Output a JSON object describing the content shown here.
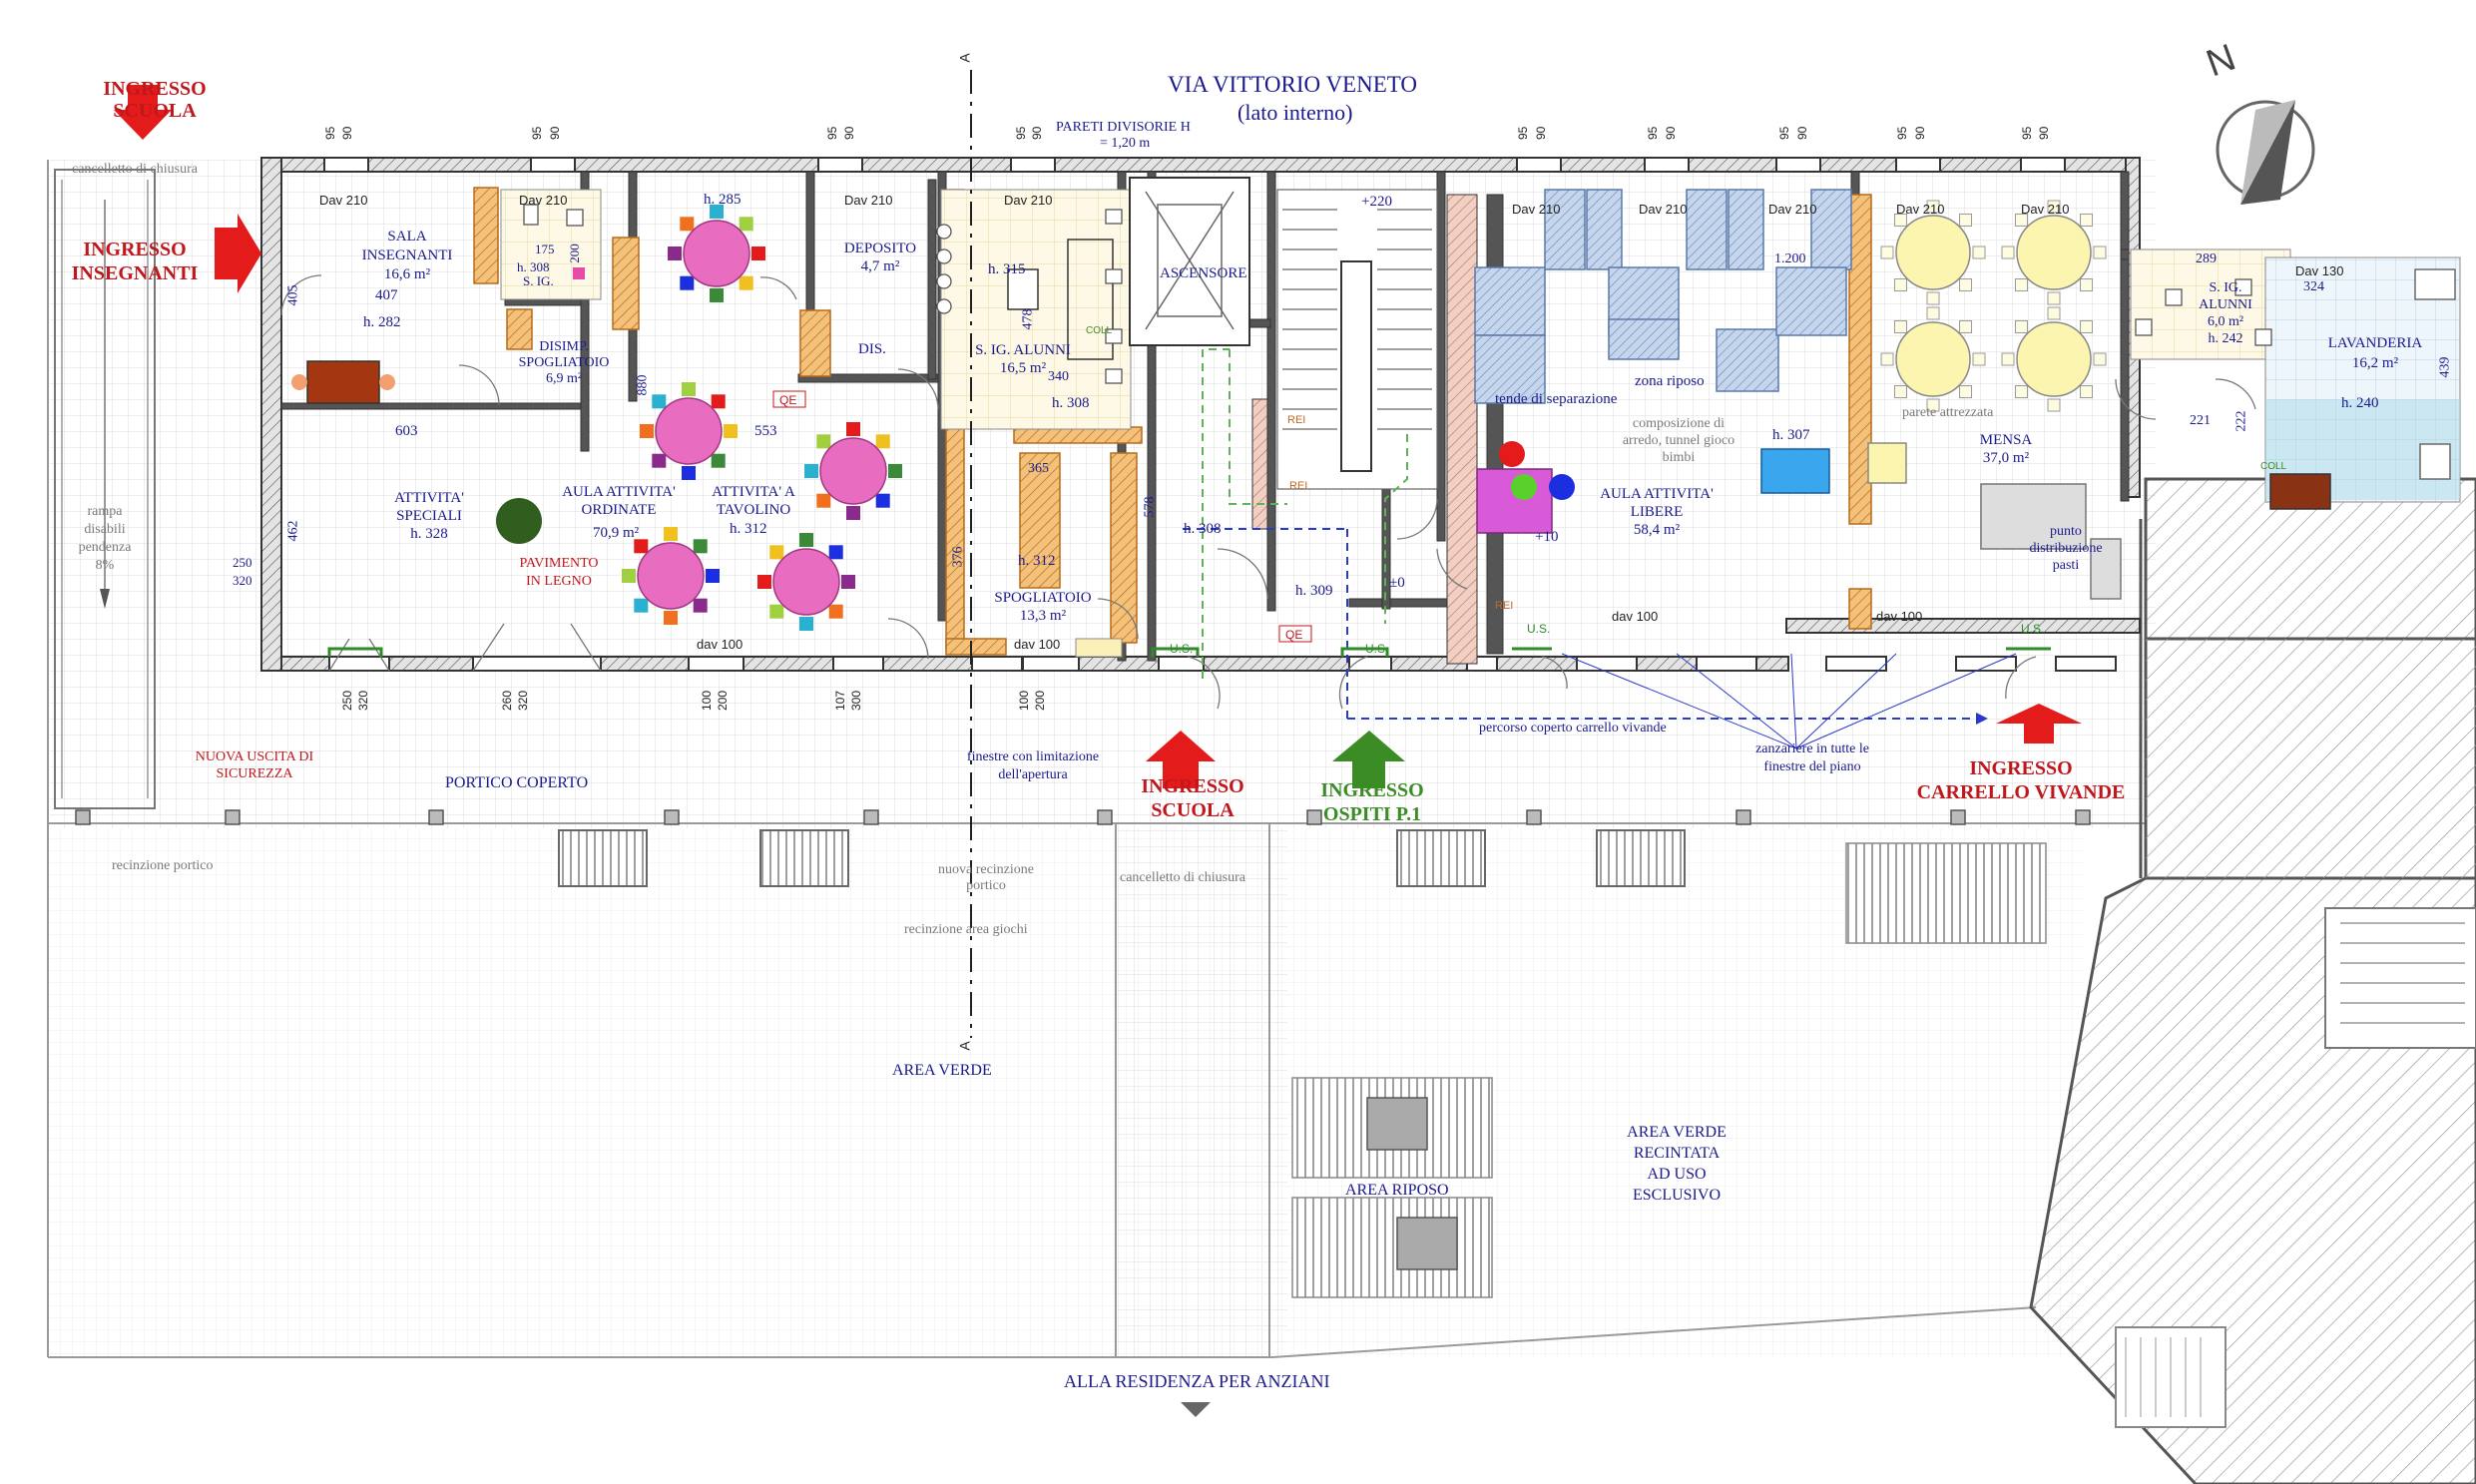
{
  "colors": {
    "wall_fill": "#cfcfcf",
    "wall_stroke": "#333333",
    "grid_line": "#dcdcdc",
    "room_label": "#1a1a8c",
    "red_label": "#c0171d",
    "green_label": "#3b8c25",
    "gray_label": "#7a7a7a",
    "pink_table": "#e86cc0",
    "yellow_table": "#fbf5b0",
    "blue_bed": "#8aaad6",
    "teal_floor": "#a8d8e8"
  },
  "top": {
    "street": "VIA VITTORIO VENETO",
    "street_sub": "(lato interno)",
    "partition_note_1": "PARETI DIVISORIE H",
    "partition_note_2": "= 1,20 m",
    "section_mark": "A",
    "north": "N"
  },
  "entrances": {
    "school_top_1": "INGRESSO",
    "school_top_2": "SCUOLA",
    "gate_top": "cancelletto di chiusura",
    "teachers_1": "INGRESSO",
    "teachers_2": "INSEGNANTI",
    "school_bottom_1": "INGRESSO",
    "school_bottom_2": "SCUOLA",
    "guests_1": "INGRESSO",
    "guests_2": "OSPITI P.1",
    "cart_1": "INGRESSO",
    "cart_2": "CARRELLO VIVANDE",
    "gate_bottom": "cancelletto di chiusura"
  },
  "rooms": {
    "sala_1": "SALA",
    "sala_2": "INSEGNANTI",
    "sala_area": "16,6 m²",
    "sala_407": "407",
    "sala_h": "h. 282",
    "sig_small_1": "S. IG.",
    "sig_small_h": "h. 308",
    "disimp_1": "DISIMP.",
    "disimp_2": "SPOGLIATOIO",
    "disimp_area": "6,9 m²",
    "deposito": "DEPOSITO",
    "deposito_area": "4,7 m²",
    "dis": "DIS.",
    "sig_alunni_1": "S. IG. ALUNNI",
    "sig_alunni_area": "16,5 m²",
    "sig_alunni_340": "340",
    "sig_alunni_h": "h. 308",
    "h315": "h. 315",
    "h285": "h. 285",
    "ascensore": "ASCENSORE",
    "speciali_1": "ATTIVITA'",
    "speciali_2": "SPECIALI",
    "speciali_h": "h. 328",
    "ordinate_1": "AULA ATTIVITA'",
    "ordinate_2": "ORDINATE",
    "ordinate_area": "70,9 m²",
    "pavimento_1": "PAVIMENTO",
    "pavimento_2": "IN LEGNO",
    "tavolino_1": "ATTIVITA' A",
    "tavolino_2": "TAVOLINO",
    "tavolino_h": "h. 312",
    "spogliatoio": "SPOGLIATOIO",
    "spogliatoio_area": "13,3 m²",
    "spogliatoio_h": "h. 312",
    "h308": "h. 308",
    "h309": "h. 309",
    "plus220": "+220",
    "plus10": "+10",
    "pm0": "±0",
    "zona_riposo": "zona riposo",
    "tende": "tende di separazione",
    "composizione_1": "composizione di",
    "composizione_2": "arredo, tunnel gioco",
    "composizione_3": "bimbi",
    "h307": "h. 307",
    "libere_1": "AULA ATTIVITA'",
    "libere_2": "LIBERE",
    "libere_area": "58,4 m²",
    "parete_attrezzata": "parete attrezzata",
    "mensa": "MENSA",
    "mensa_area": "37,0 m²",
    "punto_1": "punto",
    "punto_2": "distribuzione",
    "punto_3": "pasti",
    "sig_right_1": "S. IG.",
    "sig_right_2": "ALUNNI",
    "sig_right_area": "6,0 m²",
    "sig_right_h": "h. 242",
    "lavanderia": "LAVANDERIA",
    "lavanderia_area": "16,2 m²",
    "lavanderia_h": "h. 240",
    "v289": "289",
    "v324": "324",
    "v439": "439",
    "v221": "221",
    "v222": "222",
    "v1200": "1.200",
    "v603": "603",
    "v553": "553",
    "v880": "880",
    "v462": "462",
    "v405": "405",
    "v478": "478",
    "v365": "365",
    "v578": "578",
    "v376": "376",
    "v175": "175",
    "v200": "200",
    "v250": "250",
    "v320": "320",
    "v90": "90"
  },
  "outside": {
    "rampa_1": "rampa",
    "rampa_2": "disabili",
    "rampa_3": "pendenza",
    "rampa_4": "8%",
    "nuova_uscita_1": "NUOVA USCITA DI",
    "nuova_uscita_2": "SICUREZZA",
    "portico": "PORTICO COPERTO",
    "finestre_1": "finestre con limitazione",
    "finestre_2": "dell'apertura",
    "percorso": "percorso coperto carrello vivande",
    "zanzariere_1": "zanzariere in tutte le",
    "zanzariere_2": "finestre del piano",
    "recinzione_portico": "recinzione portico",
    "nuova_recinzione_1": "nuova recinzione",
    "nuova_recinzione_2": "portico",
    "recinzione_giochi": "recinzione area giochi",
    "area_verde": "AREA VERDE",
    "area_riposo": "AREA RIPOSO",
    "recintata_1": "AREA VERDE",
    "recintata_2": "RECINTATA",
    "recintata_3": "AD USO",
    "recintata_4": "ESCLUSIVO",
    "residenza": "ALLA RESIDENZA PER ANZIANI"
  },
  "tags": {
    "dav210": "Dav 210",
    "dav100": "dav 100",
    "dav130": "Dav 130",
    "qe": "QE",
    "us": "U.S.",
    "rei": "REI",
    "coll": "COLL"
  }
}
